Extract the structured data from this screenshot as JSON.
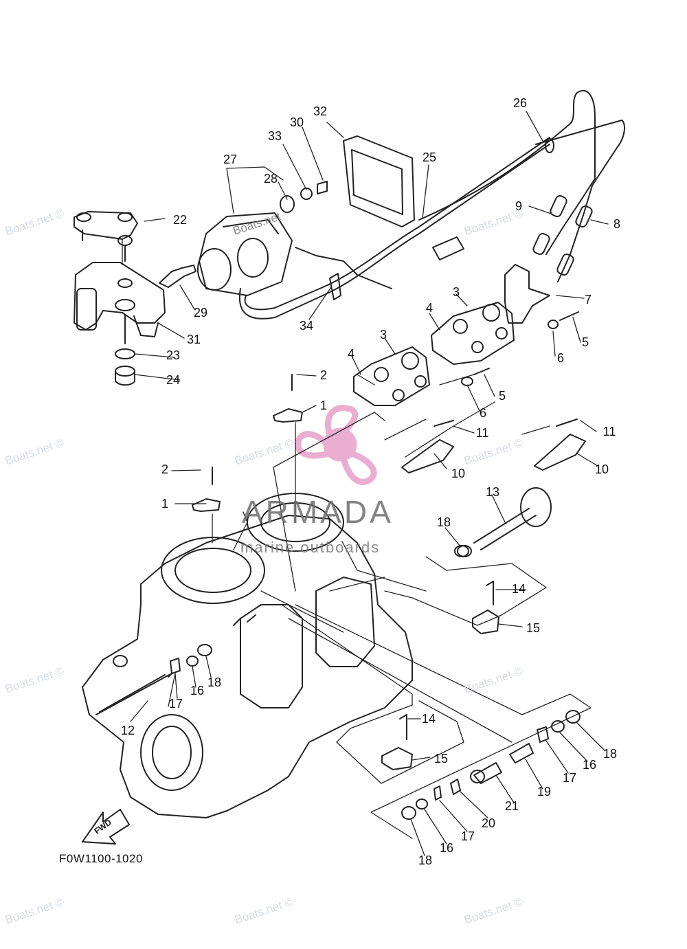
{
  "diagram_code": "F0W1100-1020",
  "fwd_label": "FWD",
  "brand": "ARMADA",
  "tagline": "marine outboards",
  "watermark": "Boats.net ©",
  "watermark_inline": "Boats.net",
  "colors": {
    "line": "#222222",
    "background": "#ffffff",
    "logo_pink": "#e9a6cf",
    "watermark": "#d6dbe6"
  },
  "callouts": [
    "1",
    "1",
    "2",
    "2",
    "3",
    "3",
    "4",
    "4",
    "5",
    "5",
    "6",
    "6",
    "7",
    "8",
    "9",
    "10",
    "10",
    "11",
    "11",
    "12",
    "13",
    "14",
    "14",
    "15",
    "15",
    "16",
    "16",
    "16",
    "17",
    "17",
    "17",
    "18",
    "18",
    "18",
    "18",
    "19",
    "20",
    "21",
    "22",
    "23",
    "24",
    "25",
    "26",
    "27",
    "28",
    "29",
    "30",
    "31",
    "32",
    "33",
    "34"
  ]
}
